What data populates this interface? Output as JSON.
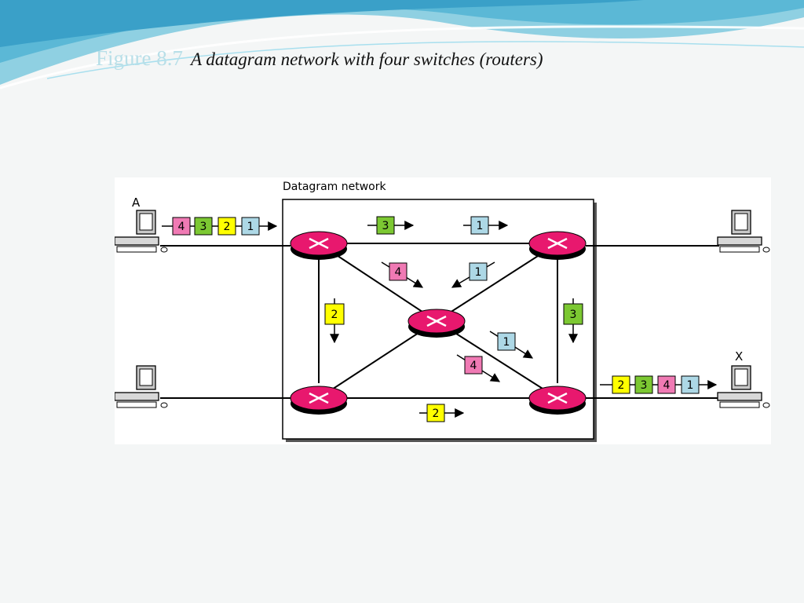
{
  "slide": {
    "figure_number": "Figure 8.7",
    "caption": "A datagram network with four switches (routers)"
  },
  "colors": {
    "packet_1": "#add8e6",
    "packet_2": "#ffff00",
    "packet_3": "#7cc832",
    "packet_4": "#f07ab4",
    "router": "#e8186e"
  },
  "diagram": {
    "network_label": "Datagram network",
    "host_a_label": "A",
    "host_x_label": "X",
    "input_queue": [
      "4",
      "3",
      "2",
      "1"
    ],
    "output_queue": [
      "2",
      "3",
      "4",
      "1"
    ],
    "in_transit": {
      "top_left_link": "3",
      "top_right_link": "1",
      "diag_to_center_left": "4",
      "diag_to_center_right": "1",
      "left_vertical": "2",
      "right_vertical": "3",
      "diag_center_lower_1": "1",
      "diag_center_lower_4": "4",
      "bottom_link": "2"
    }
  }
}
